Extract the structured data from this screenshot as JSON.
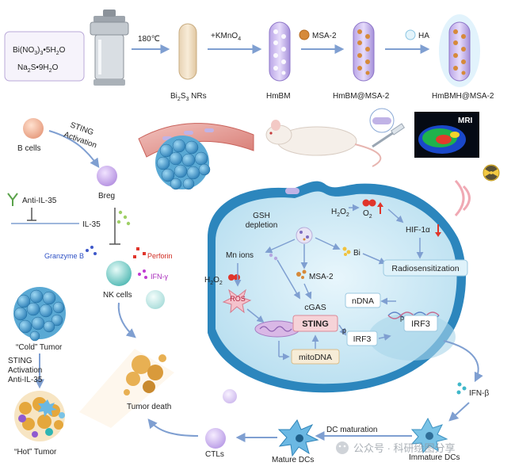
{
  "synthesis": {
    "precursor_line1": "Bi(NO",
    "precursor_line1_sub": "3",
    "precursor_line1_mid": ")",
    "precursor_line1_sub2": "3",
    "precursor_line1_end": "•5H",
    "precursor_line1_sub3": "2",
    "precursor_line1_tail": "O",
    "precursor_line2": "Na",
    "precursor_line2_sub": "2",
    "precursor_line2_mid": "S•9H",
    "precursor_line2_sub2": "2",
    "precursor_line2_tail": "O",
    "step_temp": "180℃",
    "step_kmno4": "+KMnO",
    "step_kmno4_sub": "4",
    "step_msa2": "MSA-2",
    "step_ha": "HA",
    "product_bi2s3": "Bi",
    "product_bi2s3_sub": "2",
    "product_bi2s3_mid": "S",
    "product_bi2s3_sub2": "3",
    "product_bi2s3_tail": " NRs",
    "product_hmbm": "HmBM",
    "product_hmbm_msa2": "HmBM@MSA-2",
    "product_hmbmh_msa2": "HmBMH@MSA-2"
  },
  "mri_label": "MRI",
  "immune": {
    "b_cells": "B cells",
    "sting_activation_line1": "STING",
    "sting_activation_line2": "Activation",
    "breg": "Breg",
    "anti_il35": "Anti-IL-35",
    "il35": "IL-35",
    "granzyme_b": "Granzyme B",
    "perforin": "Perforin",
    "ifn_gamma": "IFN-γ",
    "nk_cells": "NK cells",
    "cold_tumor": "“Cold” Tumor",
    "sting_anti_line1": "STING",
    "sting_anti_line2": "Activation",
    "sting_anti_line3": "Anti-IL-35",
    "hot_tumor": "“Hot” Tumor",
    "tumor_death": "Tumor death",
    "ctls": "CTLs",
    "mature_dcs": "Mature DCs",
    "dc_maturation": "DC maturation",
    "immature_dcs": "Immature DCs",
    "ifn_beta": "IFN-β"
  },
  "cell": {
    "gsh_line1": "GSH",
    "gsh_line2": "depletion",
    "h2o2_top": "H",
    "h2o2_top_sub": "2",
    "h2o2_top_mid": "O",
    "h2o2_top_sub2": "2",
    "o2": "O",
    "o2_sub": "2",
    "hif": "HIF-1α",
    "bi": "Bi",
    "mn_ions": "Mn ions",
    "h2o2_left": "H",
    "h2o2_left_sub": "2",
    "h2o2_left_mid": "O",
    "h2o2_left_sub2": "2",
    "radiosensitization": "Radiosensitization",
    "ros": "ROS",
    "msa2": "MSA-2",
    "ndna": "nDNA",
    "cgas": "cGAS",
    "sting": "STING",
    "p1": "p",
    "irf3_left": "IRF3",
    "p2": "p",
    "irf3_right": "IRF3",
    "mitodna": "mitoDNA"
  },
  "watermark": "公众号 · 科研绘图分享",
  "colors": {
    "cell_fill": "#cfeaf6",
    "membrane": "#3f8fbf",
    "nucleus": "#bfe3ef",
    "arrow": "#8aa9d6",
    "sting_box": "#f6d3d8",
    "red_arrow": "#e0352b"
  }
}
